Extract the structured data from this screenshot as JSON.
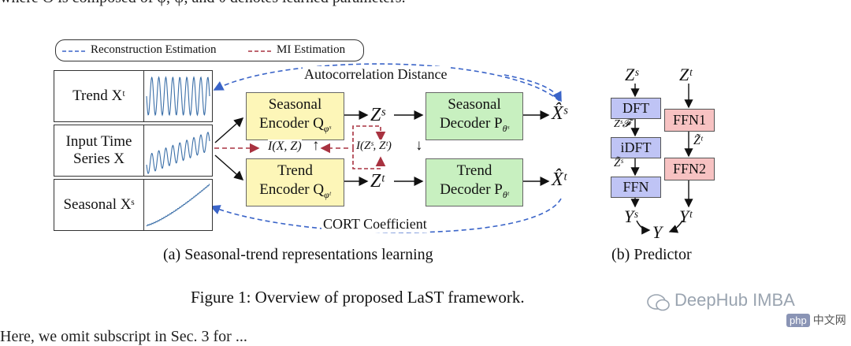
{
  "page": {
    "top_text": "where Θ is composed of φ, ψ, and θ denotes learned parameters.",
    "bottom_text": "Here, we omit subscript in Sec. 3 for ..."
  },
  "legend": {
    "reconstruction": "Reconstruction Estimation",
    "mi": "MI Estimation",
    "reconstruction_color": "#3a64c8",
    "mi_color": "#a83240"
  },
  "inputs": {
    "trend": "Trend Xᵗ",
    "input_line1": "Input Time",
    "input_line2": "Series X",
    "seasonal": "Seasonal Xˢ"
  },
  "encoders": {
    "seasonal_line1": "Seasonal",
    "seasonal_line2": "Encoder Q",
    "seasonal_sub": "φˢ",
    "trend_line1": "Trend",
    "trend_line2": "Encoder Q",
    "trend_sub": "φᵗ"
  },
  "decoders": {
    "seasonal_line1": "Seasonal",
    "seasonal_line2": "Decoder P",
    "seasonal_sub": "θˢ",
    "trend_line1": "Trend",
    "trend_line2": "Decoder P",
    "trend_sub": "θᵗ"
  },
  "symbols": {
    "zs": "Zˢ",
    "zt": "Zᵗ",
    "xhat_s": "X̂ˢ",
    "xhat_t": "X̂ᵗ",
    "mi_xz": "I(X, Z)",
    "mi_zz": "I(Zˢ, Zᵗ)",
    "up_arrow": "↑",
    "down_arrow": "↓"
  },
  "annotations": {
    "autocorr": "Autocorrelation Distance",
    "cort": "CORT Coefficient"
  },
  "predictor": {
    "zs": "Zˢ",
    "zt": "Zᵗ",
    "dft": "DFT",
    "idft": "iDFT",
    "ffn": "FFN",
    "ffn1": "FFN1",
    "ffn2": "FFN2",
    "zsF": "Zˢ𝓕",
    "ztilde_s": "Z̃ˢ",
    "ztilde_t": "Z̃ᵗ",
    "ys": "Yˢ",
    "yt": "Yᵗ",
    "y": "Y",
    "dft_color": "#bfc4f5",
    "ffn_color": "#f7c2c2"
  },
  "captions": {
    "a": "(a) Seasonal-trend representations learning",
    "b": "(b) Predictor",
    "figure": "Figure 1: Overview of proposed LaST framework."
  },
  "watermark": {
    "text": "DeepHub IMBA",
    "badge": "php",
    "cn": "中文网"
  }
}
